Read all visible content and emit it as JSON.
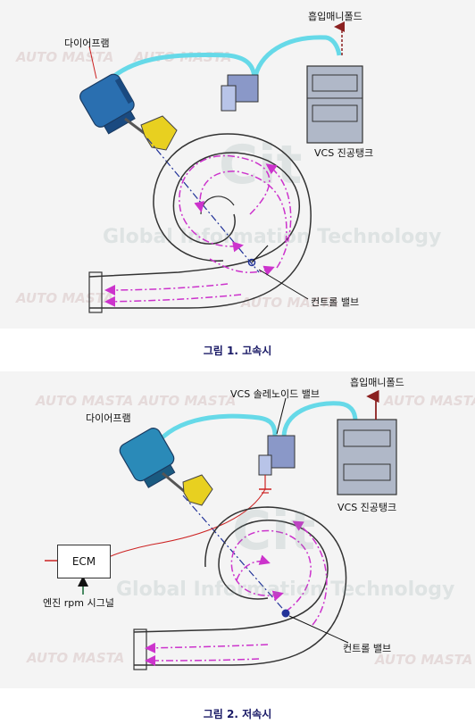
{
  "figure1": {
    "caption": "그림 1. 고속시",
    "labels": {
      "diaphragm": "다이어프램",
      "intake_manifold": "흡입매니폴드",
      "vcs_tank": "VCS 진공탱크",
      "control_valve": "컨트롤 밸브"
    }
  },
  "figure2": {
    "caption": "그림 2. 저속시",
    "labels": {
      "diaphragm": "다이어프램",
      "intake_manifold": "흡입매니폴드",
      "solenoid_valve": "VCS 솔레노이드 밸브",
      "vcs_tank": "VCS 진공탱크",
      "control_valve": "컨트롤 밸브",
      "ecm": "ECM",
      "engine_rpm": "엔진 rpm  시그널"
    }
  },
  "watermark": {
    "brand": "AUTO MASTA",
    "tagline": "Global Information Technology",
    "logo_text": "Cit"
  },
  "colors": {
    "flow": "#cc33cc",
    "hose": "#66d9e8",
    "diaphragm": "#2a6fb0",
    "lever": "#e8d020",
    "tank": "#b0b8c8",
    "centerline": "#223399",
    "signal": "#cc2222",
    "arrow_up": "#8b2020"
  }
}
